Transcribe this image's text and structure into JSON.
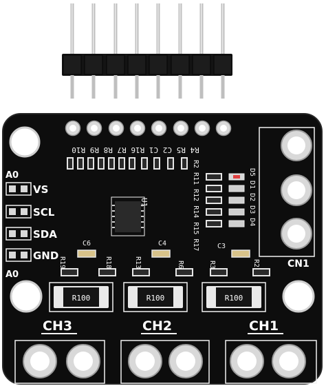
{
  "board": {
    "colors": {
      "pcb": "#0d0d0d",
      "silkscreen": "#f2f2f2",
      "pad": "#d9d9d9",
      "pin": "#bfbfbf",
      "header": "#141414"
    },
    "left_labels": [
      "VS",
      "SCL",
      "SDA",
      "GND"
    ],
    "address_labels": [
      "A0",
      "A0"
    ],
    "channel_labels": [
      "CH3",
      "CH2",
      "CH1"
    ],
    "connector_label": "CN1",
    "shunt_marking": "R100",
    "ic_label": "U1",
    "top_resistor_row": "R4 R5 C2 C1 R16 R7 R8 R9 R10",
    "led_labels": "D5 D1 D2 D3 D4",
    "side_labels": "R2 R11 R12 R14 R15 R17",
    "cap_labels": [
      "C6",
      "C4",
      "C3"
    ],
    "small_resistor_labels": [
      "R19",
      "R18",
      "R13",
      "R6",
      "R3",
      "R2"
    ]
  }
}
